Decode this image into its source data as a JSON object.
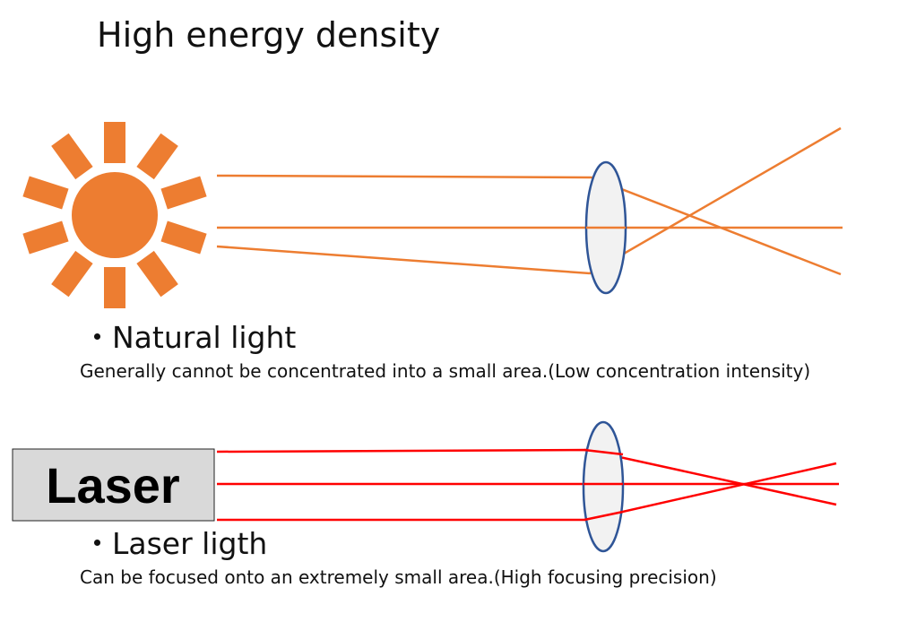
{
  "title": "High energy density",
  "natural": {
    "heading": "・Natural light",
    "description": "Generally cannot be concentrated into a small area.(Low concentration intensity)",
    "icon": "sun-icon"
  },
  "laser": {
    "source_label": "Laser",
    "heading": "・Laser ligth",
    "description": "Can be focused onto an extremely small area.(High focusing precision)"
  },
  "colors": {
    "natural_ray": "#ED7D31",
    "laser_ray": "#FF0000",
    "lens_fill": "#F2F2F2",
    "lens_stroke": "#2F5597",
    "laser_box_fill": "#D9D9D9"
  }
}
